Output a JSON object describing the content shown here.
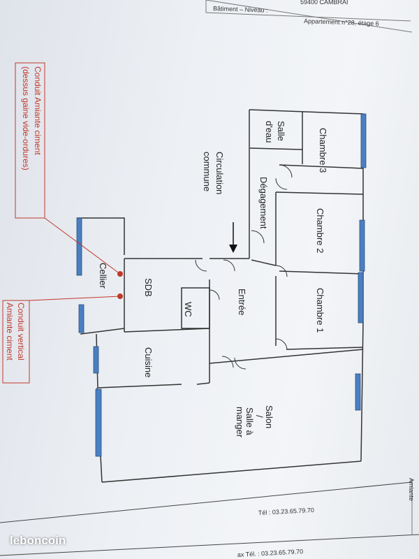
{
  "header": {
    "row1_right": "59400 CAMBRAI",
    "row2_left": "Bâtiment – Niveau :",
    "row2_right": "Appartement n°28, étage 6"
  },
  "rooms": {
    "salle_eau": "Salle d'eau",
    "chambre3": "Chambre 3",
    "degagement": "Dégagement",
    "chambre2": "Chambre 2",
    "circulation": "Circulation commune",
    "entree": "Entrée",
    "chambre1": "Chambre 1",
    "sdb": "SDB",
    "wc": "WC",
    "cellier": "Cellier",
    "cuisine": "Cuisine",
    "salon_1": "Salon",
    "salon_2": "/",
    "salon_3": "Salle à",
    "salon_4": "manger"
  },
  "annotations": {
    "conduit_amiante_1": "Conduit Amiante ciment",
    "conduit_amiante_2": "(dessus gaine vide-ordures)",
    "conduit_vertical_1": "Conduit vertical",
    "conduit_vertical_2": "Amiante ciment"
  },
  "footer": {
    "phone": "Tél : 03.23.65.79.70",
    "phone_bottom": "ax Tél. : 03.23.65.79.70",
    "side_label": "Amiante"
  },
  "watermark": "leboncoin",
  "colors": {
    "wall": "#333333",
    "window": "#4a7fc1",
    "annotation": "#c0392b"
  }
}
